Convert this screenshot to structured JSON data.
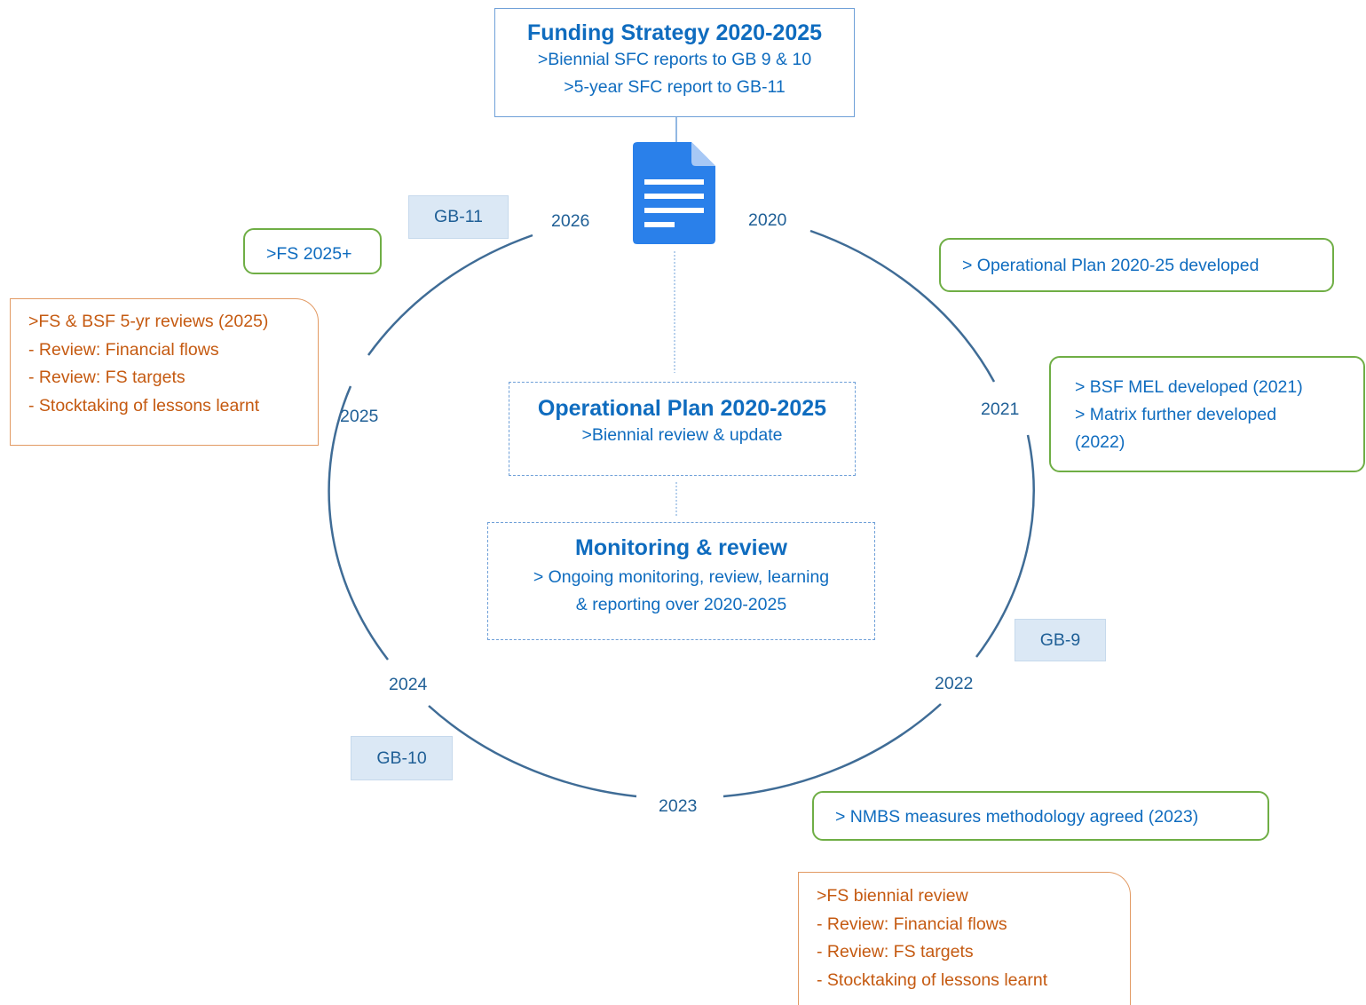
{
  "funding_strategy": {
    "title": "Funding Strategy 2020-2025",
    "lines": [
      ">Biennial SFC reports to GB 9 & 10",
      ">5-year SFC report to GB-11"
    ]
  },
  "operational_plan": {
    "title": "Operational Plan 2020-2025",
    "lines": [
      ">Biennial review & update"
    ]
  },
  "monitoring": {
    "title": "Monitoring & review",
    "lines": [
      "> Ongoing monitoring, review, learning",
      "& reporting over 2020-2025"
    ]
  },
  "years": {
    "y2020": "2020",
    "y2021": "2021",
    "y2022": "2022",
    "y2023": "2023",
    "y2024": "2024",
    "y2025": "2025",
    "y2026": "2026"
  },
  "governing_body_tags": {
    "gb9": "GB-9",
    "gb10": "GB-10",
    "gb11": "GB-11"
  },
  "milestones": {
    "op_plan_developed": "> Operational Plan 2020-25 developed",
    "bsf_mel": [
      "> BSF MEL developed (2021)",
      "> Matrix further developed",
      "(2022)"
    ],
    "nmbs": "> NMBS measures methodology agreed (2023)",
    "fs_2025_plus": ">FS 2025+"
  },
  "reviews": {
    "five_year": [
      ">FS & BSF 5-yr reviews (2025)",
      "- Review: Financial flows",
      "- Review: FS targets",
      "- Stocktaking of lessons learnt"
    ],
    "biennial": [
      ">FS biennial review",
      "- Review: Financial flows",
      "- Review: FS targets",
      "- Stocktaking of lessons learnt"
    ]
  },
  "colors": {
    "accent_blue": "#0f6cbf",
    "ring_blue": "#3f6c96",
    "milestone_green": "#6fae45",
    "review_orange": "#c55a11",
    "tag_fill": "#dbe8f5"
  },
  "icons": {
    "document": "document-icon"
  }
}
